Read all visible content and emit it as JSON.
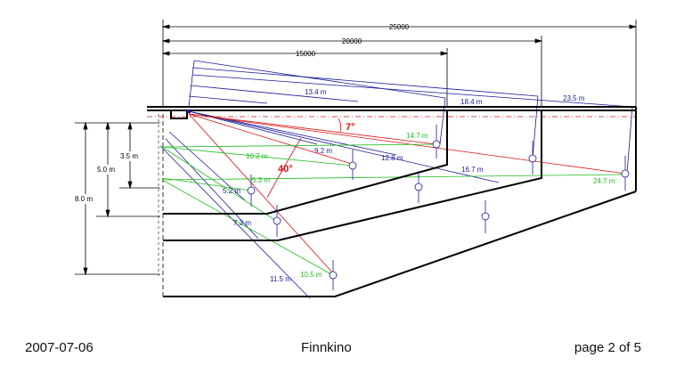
{
  "dimensions": {
    "d25000": "25000",
    "d20000": "20000",
    "d15000": "15000",
    "h8": "8.0 m",
    "h5": "5.0 m",
    "h35": "3.5 m"
  },
  "distances_blue": {
    "d134": "13.4 m",
    "d184": "18.4 m",
    "d235": "23.5 m",
    "d92": "9.2 m",
    "d128": "12.8 m",
    "d167": "16.7 m",
    "d52": "5.2 m",
    "d73": "7.3 m",
    "d115": "11.5 m"
  },
  "distances_green": {
    "d147": "14.7 m",
    "d102": "10.2 m",
    "d53": "5.3 m",
    "d247": "24.7 m",
    "d105": "10.5 m"
  },
  "angles": {
    "a7": "7°",
    "a40": "40°"
  },
  "footer": {
    "date": "2007-07-06",
    "title": "Finnkino",
    "page": "page 2 of 5"
  },
  "colors": {
    "dimension": "#1a1a99",
    "sightline": "#22bb22",
    "angle": "#dd1111",
    "structure": "#000000"
  }
}
